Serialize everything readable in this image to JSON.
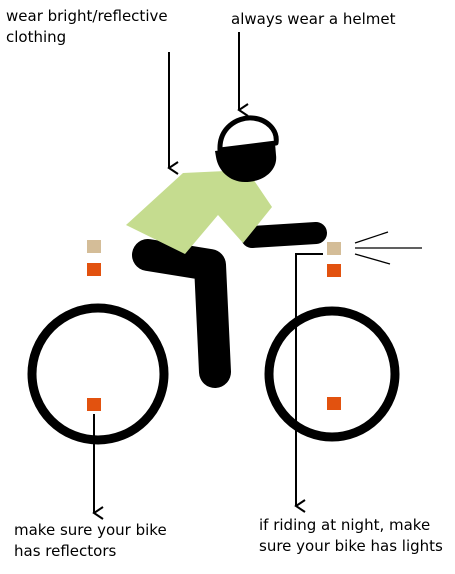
{
  "labels": {
    "clothing": [
      "wear bright/reflective",
      "clothing"
    ],
    "helmet": "always wear a helmet",
    "reflectors": [
      "make sure your bike",
      "has reflectors"
    ],
    "lights": [
      "if riding at night, make",
      "sure your bike has lights"
    ]
  },
  "colors": {
    "ink": "#000000",
    "shirt": "#c5dc8f",
    "reflector_tan": "#d4bd98",
    "reflector_orange": "#e2520f",
    "background": "#ffffff"
  }
}
